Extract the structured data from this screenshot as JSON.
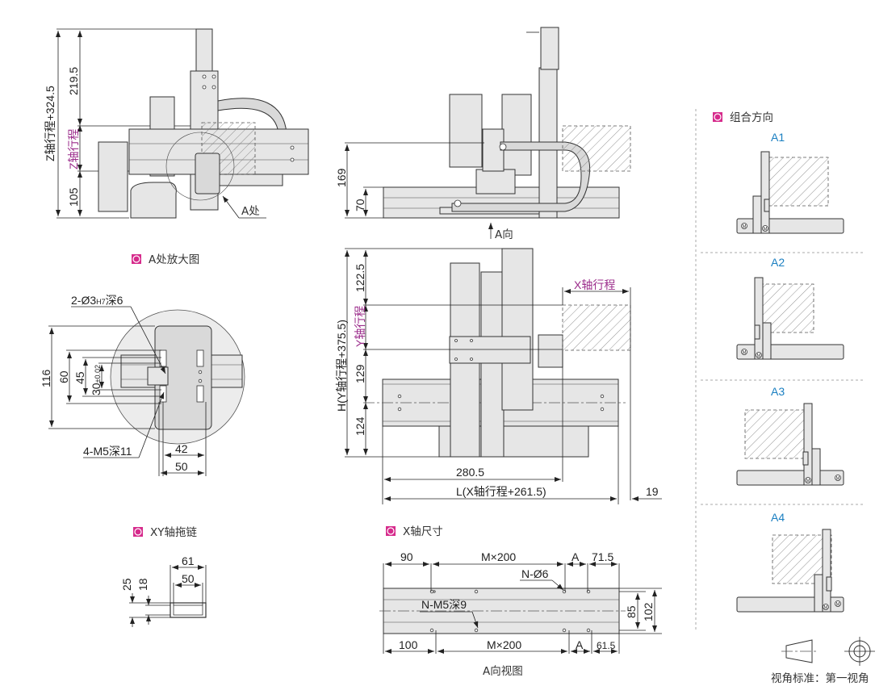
{
  "colors": {
    "accent_pink": "#d62b8c",
    "label_purple": "#9b2c8b",
    "variant_blue": "#1a7fc1",
    "line": "#222222",
    "part_fill": "#e6e6e6"
  },
  "side_view": {
    "dim_total": "Z轴行程+324.5",
    "dim_top": "219.5",
    "dim_stroke": "Z轴行程",
    "dim_bottom": "105",
    "callout": "A处"
  },
  "detail_a": {
    "title": "A处放大图",
    "title_icon": "circle-square-icon",
    "hole_callout": "2-Ø3",
    "hole_tolerance": "H7",
    "hole_depth": "深6",
    "thread_callout": "4-M5深11",
    "dim_116": "116",
    "dim_60": "60",
    "dim_45": "45",
    "dim_30": "30",
    "dim_30_tol": "±0.02",
    "dim_42": "42",
    "dim_50": "50"
  },
  "cable_chain": {
    "title": "XY轴拖链",
    "dim_outer_width": "61",
    "dim_inner_width": "50",
    "dim_outer_height": "25",
    "dim_inner_height": "18"
  },
  "front_view": {
    "dim_169": "169",
    "dim_70": "70",
    "direction_label": "A向"
  },
  "top_view": {
    "dim_total_h": "H(Y轴行程+375.5)",
    "dim_122_5": "122.5",
    "dim_y_stroke": "Y轴行程",
    "dim_129": "129",
    "dim_124": "124",
    "dim_x_stroke": "X轴行程",
    "dim_280_5": "280.5",
    "dim_total_l": "L(X轴行程+261.5)",
    "dim_19": "19"
  },
  "x_axis": {
    "title": "X轴尺寸",
    "dim_90": "90",
    "dim_m200_top": "M×200",
    "dim_a_top": "A",
    "dim_71_5": "71.5",
    "hole_callout": "N-Ø6",
    "thread_callout": "N-M5深9",
    "dim_85": "85",
    "dim_102": "102",
    "dim_100": "100",
    "dim_m200_bottom": "M×200",
    "dim_a_bottom": "A",
    "dim_61_5": "61.5",
    "caption": "A向视图"
  },
  "combination": {
    "title": "组合方向",
    "variants": [
      {
        "label": "A1"
      },
      {
        "label": "A2"
      },
      {
        "label": "A3"
      },
      {
        "label": "A4"
      }
    ],
    "motor_symbol": "M"
  },
  "projection": {
    "label": "视角标准：第一视角"
  }
}
